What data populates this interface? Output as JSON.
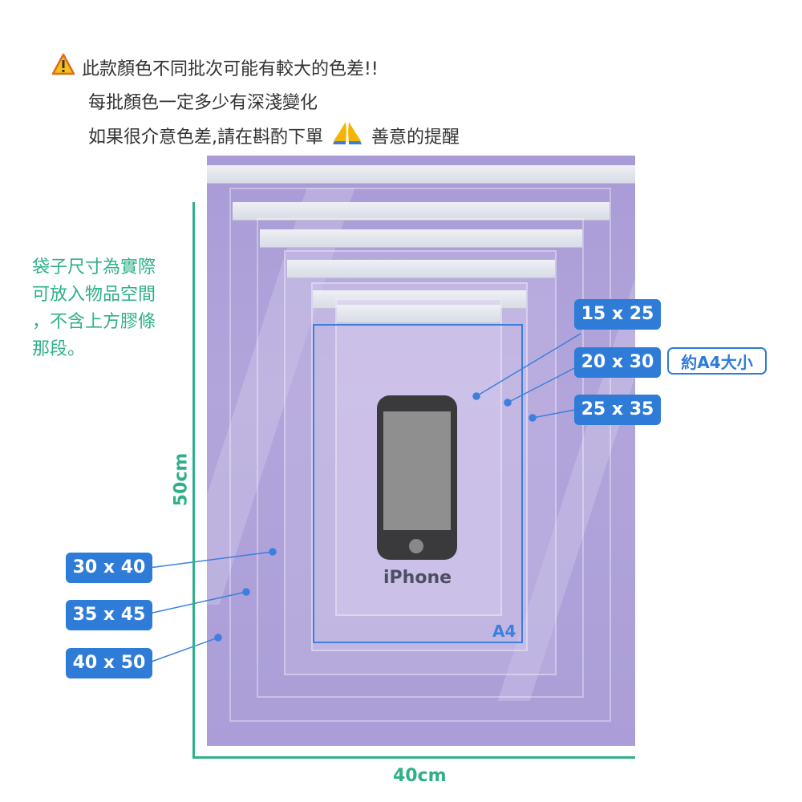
{
  "notice": {
    "icon": "warning-icon",
    "line1": "此款顏色不同批次可能有較大的色差!!",
    "line2": "每批顏色一定多少有深淺變化",
    "line3a": "如果很介意色差,請在斟酌下單",
    "praying_icon": "praying-hands-icon",
    "line3b": "善意的提醒"
  },
  "side_note": {
    "l1": "袋子尺寸為實際",
    "l2": "可放入物品空間",
    "l3": "，不含上方膠條",
    "l4": "那段。"
  },
  "sizes": {
    "s15x25": "15 x 25",
    "s20x30": "20 x 30",
    "s25x35": "25 x 35",
    "s30x40": "30 x 40",
    "s35x45": "35 x 45",
    "s40x50": "40 x 50"
  },
  "a4_note": "約A4大小",
  "a4_label": "A4",
  "phone_label": "iPhone",
  "dimensions": {
    "width": "40cm",
    "height": "50cm"
  },
  "colors": {
    "accent_blue": "#2f7bd8",
    "green": "#2fb08a",
    "bag_purple": "#ad9fd8"
  }
}
